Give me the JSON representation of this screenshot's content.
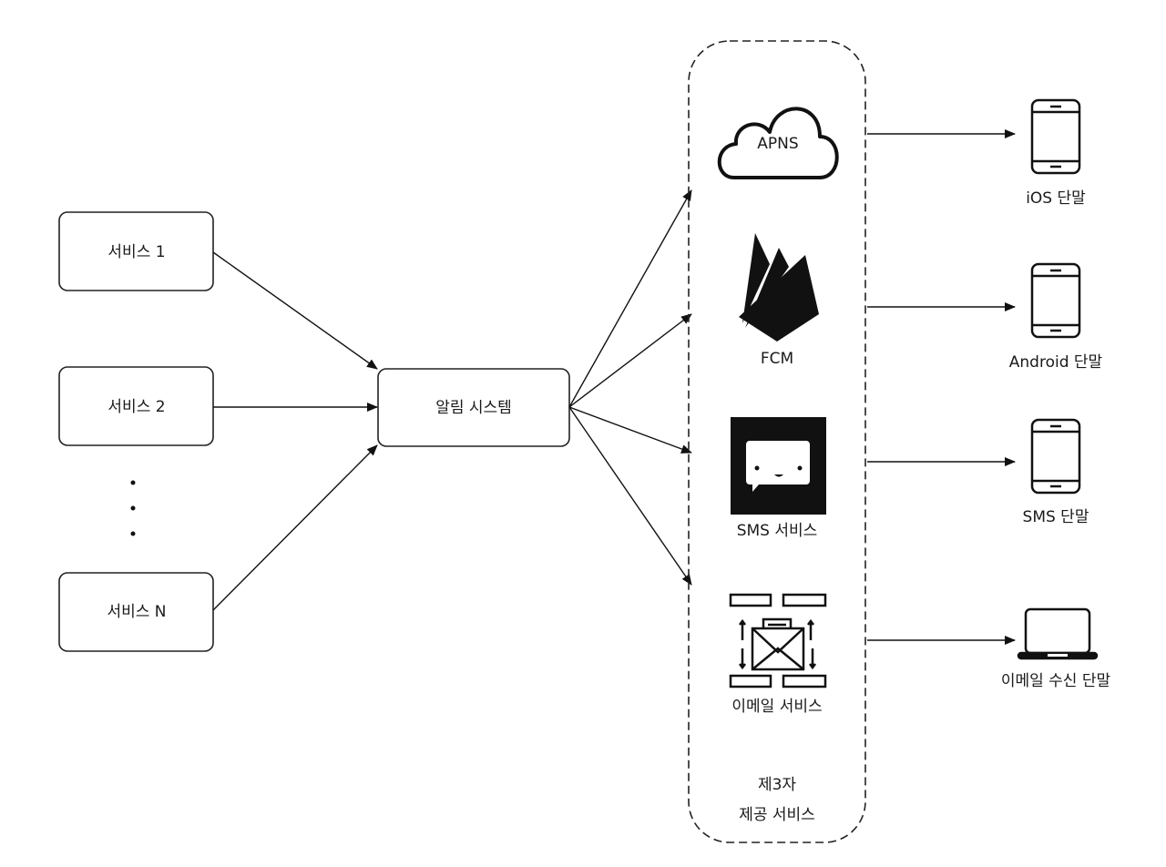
{
  "services": [
    {
      "label": "서비스 1"
    },
    {
      "label": "서비스 2"
    },
    {
      "label": "서비스 N"
    }
  ],
  "ellipsis": "⋮",
  "notification_system": {
    "label": "알림 시스템"
  },
  "third_party": {
    "label_line1": "제3자",
    "label_line2": "제공 서비스",
    "providers": [
      {
        "label": "APNS",
        "icon": "cloud-icon"
      },
      {
        "label": "FCM",
        "icon": "firebase-icon"
      },
      {
        "label": "SMS 서비스",
        "icon": "chat-bubble-icon"
      },
      {
        "label": "이메일 서비스",
        "icon": "email-server-icon"
      }
    ]
  },
  "devices": [
    {
      "label": "iOS 단말",
      "icon": "phone-icon"
    },
    {
      "label": "Android 단말",
      "icon": "phone-icon"
    },
    {
      "label": "SMS 단말",
      "icon": "phone-icon"
    },
    {
      "label": "이메일 수신 단말",
      "icon": "laptop-icon"
    }
  ],
  "colors": {
    "stroke": "#111111",
    "background": "#ffffff"
  }
}
